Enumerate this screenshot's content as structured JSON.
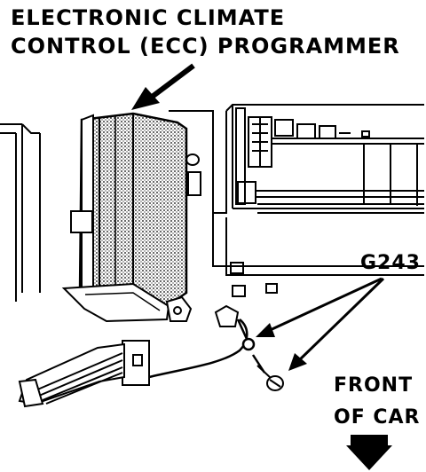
{
  "title": {
    "line1": "ELECTRONIC CLIMATE",
    "line2": "CONTROL (ECC) PROGRAMMER"
  },
  "callout": {
    "label": "G243"
  },
  "direction": {
    "line1": "FRONT",
    "line2": "OF CAR"
  }
}
